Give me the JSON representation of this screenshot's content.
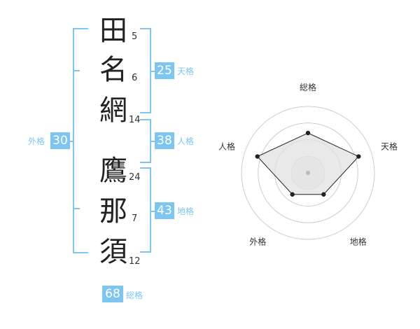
{
  "name_chars": [
    {
      "char": "田",
      "strokes": "5"
    },
    {
      "char": "名",
      "strokes": "6"
    },
    {
      "char": "網",
      "strokes": "14"
    },
    {
      "char": "鷹",
      "strokes": "24"
    },
    {
      "char": "那",
      "strokes": "7"
    },
    {
      "char": "須",
      "strokes": "12"
    }
  ],
  "fortunes": {
    "tenkaku": {
      "value": "25",
      "label": "天格"
    },
    "jinkaku": {
      "value": "38",
      "label": "人格"
    },
    "chikaku": {
      "value": "43",
      "label": "地格"
    },
    "gaikaku": {
      "value": "30",
      "label": "外格"
    },
    "soukaku": {
      "value": "68",
      "label": "総格"
    }
  },
  "colors": {
    "accent": "#7cc6ef",
    "text": "#222222"
  },
  "chart_data": {
    "type": "radar",
    "axes": [
      "総格",
      "天格",
      "地格",
      "外格",
      "人格"
    ],
    "values": [
      0.6,
      0.8,
      0.4,
      0.4,
      0.8
    ],
    "rings": 4
  }
}
